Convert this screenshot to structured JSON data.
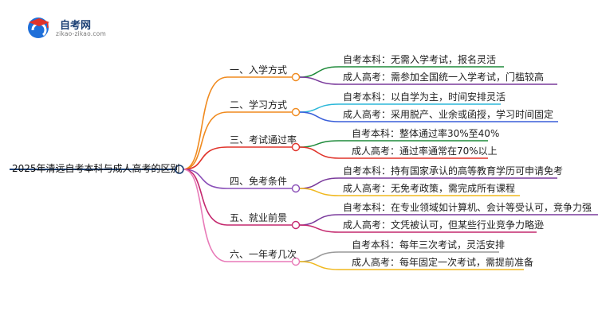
{
  "logo": {
    "brand": "自考网",
    "url": "zikao-zikao.com"
  },
  "root": "2025年清远自考本科与成人高考的区别",
  "branches": [
    {
      "label": "一、入学方式",
      "color": "#f08a1e",
      "leaves": [
        "自考本科：无需入学考试，报名灵活",
        "成人高考：需参加全国统一入学考试，门槛较高"
      ],
      "leaf_colors": [
        "#1e8a3a",
        "#7a3a9c"
      ]
    },
    {
      "label": "二、学习方式",
      "color": "#f08a1e",
      "leaves": [
        "自考本科：以自学为主，时间安排灵活",
        "成人高考：采用脱产、业余或函授，学习时间固定"
      ],
      "leaf_colors": [
        "#2bb7d9",
        "#3a5fd9"
      ]
    },
    {
      "label": "三、考试通过率",
      "color": "#e0332a",
      "leaves": [
        "自考本科：整体通过率30%至40%",
        "成人高考：通过率通常在70%以上"
      ],
      "leaf_colors": [
        "#1e8a3a",
        "#e0332a"
      ]
    },
    {
      "label": "四、免考条件",
      "color": "#8a4fb8",
      "leaves": [
        "自考本科：持有国家承认的高等教育学历可申请免考",
        "成人高考：无免考政策，需完成所有课程"
      ],
      "leaf_colors": [
        "#7a3a9c",
        "#f0b81e"
      ]
    },
    {
      "label": "五、就业前景",
      "color": "#c4286e",
      "leaves": [
        "自考本科：在专业领域如计算机、会计等受认可，竞争力强",
        "成人高考：文凭被认可，但某些行业竞争力略逊"
      ],
      "leaf_colors": [
        "#7a3a9c",
        "#c4286e"
      ]
    },
    {
      "label": "六、一年考几次",
      "color": "#e87ab8",
      "leaves": [
        "自考本科：每年三次考试，灵活安排",
        "成人高考：每年固定一次考试，需提前准备"
      ],
      "leaf_colors": [
        "#999999",
        "#f0b81e"
      ]
    }
  ]
}
